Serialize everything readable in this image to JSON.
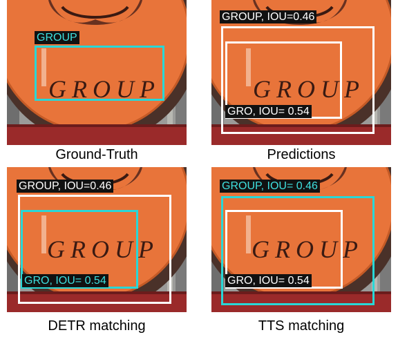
{
  "colors": {
    "cyan": "#28d7d7",
    "white": "#ffffff",
    "label_bg": "#111111",
    "sign_orange": "#e8743a"
  },
  "sign_text": "GROUP",
  "panels": [
    {
      "caption": "Ground-Truth",
      "labels": [
        "GROUP"
      ]
    },
    {
      "caption": "Predictions",
      "labels": [
        "GROUP, IOU=0.46",
        "GRO, IOU= 0.54"
      ]
    },
    {
      "caption": "DETR matching",
      "labels": [
        "GROUP, IOU=0.46",
        "GRO, IOU= 0.54"
      ]
    },
    {
      "caption": "TTS matching",
      "labels": [
        "GROUP, IOU= 0.46",
        "GRO, IOU= 0.54"
      ]
    }
  ]
}
